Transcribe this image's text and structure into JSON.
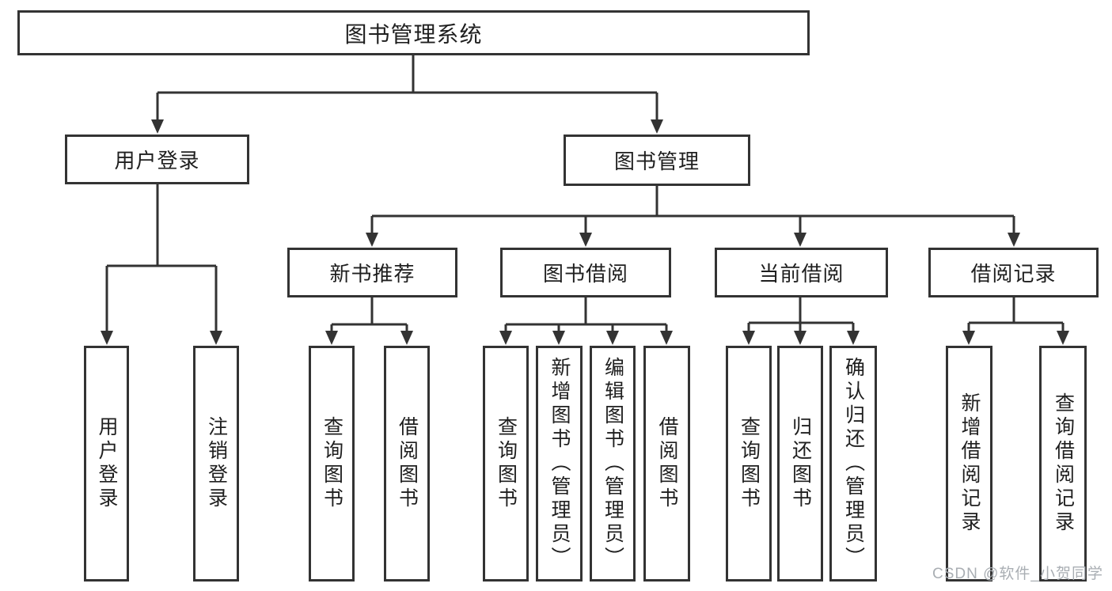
{
  "diagram": {
    "root": {
      "label": "图书管理系统"
    },
    "branches": [
      {
        "label": "用户登录",
        "children": [
          {
            "label": "用户登录"
          },
          {
            "label": "注销登录"
          }
        ]
      },
      {
        "label": "图书管理",
        "groups": [
          {
            "label": "新书推荐",
            "children": [
              {
                "label": "查询图书"
              },
              {
                "label": "借阅图书"
              }
            ]
          },
          {
            "label": "图书借阅",
            "children": [
              {
                "label": "查询图书"
              },
              {
                "label": "新增图书（管理员）"
              },
              {
                "label": "编辑图书（管理员）"
              },
              {
                "label": "借阅图书"
              }
            ]
          },
          {
            "label": "当前借阅",
            "children": [
              {
                "label": "查询图书"
              },
              {
                "label": "归还图书"
              },
              {
                "label": "确认归还（管理员）"
              }
            ]
          },
          {
            "label": "借阅记录",
            "children": [
              {
                "label": "新增借阅记录"
              },
              {
                "label": "查询借阅记录"
              }
            ]
          }
        ]
      }
    ],
    "watermark": "CSDN @软件_小贺同学",
    "colors": {
      "line": "#333333",
      "text": "#1f1f1f",
      "box_background": "#ffffff",
      "watermark": "#a9aeb3"
    }
  }
}
